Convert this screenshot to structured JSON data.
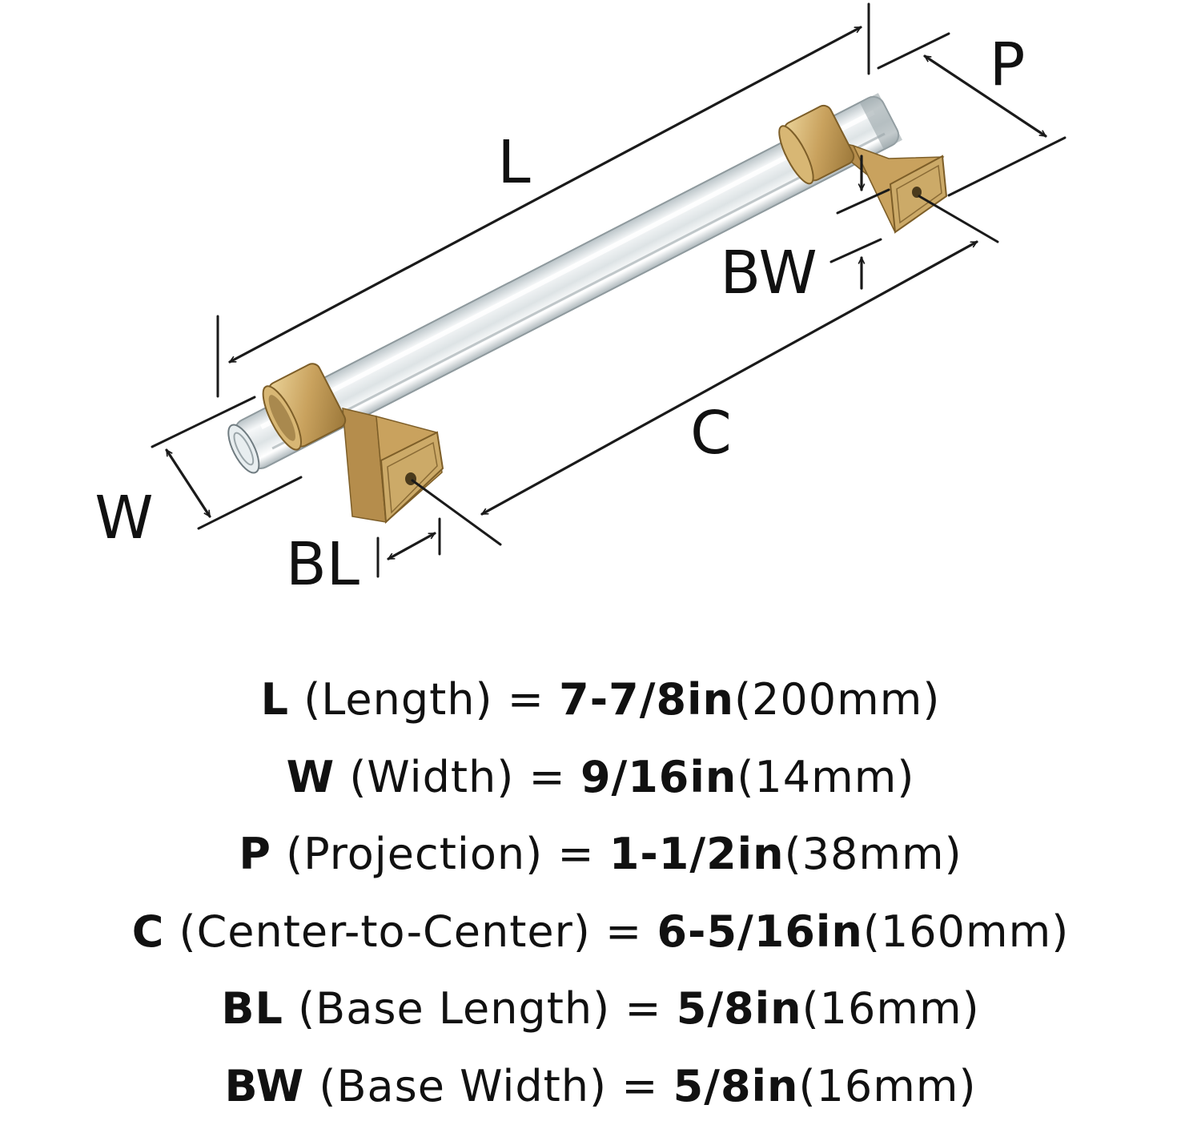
{
  "labels": {
    "L": "L",
    "W": "W",
    "P": "P",
    "C": "C",
    "BL": "BL",
    "BW": "BW"
  },
  "colors": {
    "brass_light": "#e3c98a",
    "brass": "#c9a25e",
    "brass_dark": "#9a7638",
    "acrylic": "#f2f5f6",
    "acrylic_shade": "#c9d1d4",
    "line": "#1a1a1a"
  },
  "specs": [
    {
      "key": "L",
      "name": "(Length) =",
      "imperial": "7-7/8in",
      "metric": "(200mm)"
    },
    {
      "key": "W",
      "name": "(Width) =",
      "imperial": "9/16in",
      "metric": "(14mm)"
    },
    {
      "key": "P",
      "name": "(Projection) =",
      "imperial": "1-1/2in",
      "metric": "(38mm)"
    },
    {
      "key": "C",
      "name": "(Center-to-Center) =",
      "imperial": "6-5/16in",
      "metric": "(160mm)"
    },
    {
      "key": "BL",
      "name": "(Base Length) =",
      "imperial": "5/8in",
      "metric": "(16mm)"
    },
    {
      "key": "BW",
      "name": "(Base Width) =",
      "imperial": "5/8in",
      "metric": "(16mm)"
    }
  ]
}
